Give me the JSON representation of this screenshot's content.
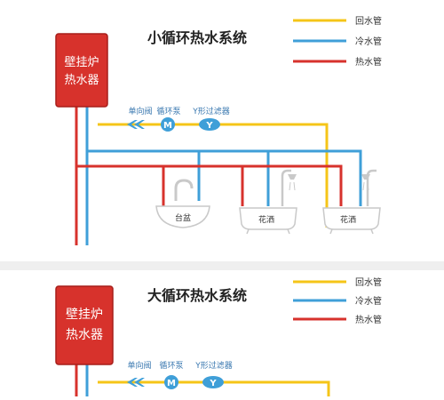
{
  "legend": {
    "return_label": "回水管",
    "cold_label": "冷水管",
    "hot_label": "热水管"
  },
  "colors": {
    "return": "#f5c518",
    "cold": "#3f9fd8",
    "hot": "#d7322c",
    "heater_fill": "#d7322c",
    "heater_border": "#a71e1a",
    "pump": "#3f9fd8",
    "fixture": "#c9c9c9",
    "divider": "#efefef"
  },
  "panels": [
    {
      "title": "小循环热水系统",
      "heater_line1": "壁挂炉",
      "heater_line2": "热水器",
      "check_valve_label": "单向阀",
      "pump_label": "循环泵",
      "pump_symbol": "M",
      "filter_label": "Y形过滤器",
      "filter_symbol": "Y",
      "basin_label": "台盆",
      "shower1_label": "花洒",
      "shower2_label": "花洒"
    },
    {
      "title": "大循环热水系统",
      "heater_line1": "壁挂炉",
      "heater_line2": "热水器",
      "check_valve_label": "单向阀",
      "pump_label": "循环泵",
      "pump_symbol": "M",
      "filter_label": "Y形过滤器",
      "filter_symbol": "Y"
    }
  ]
}
